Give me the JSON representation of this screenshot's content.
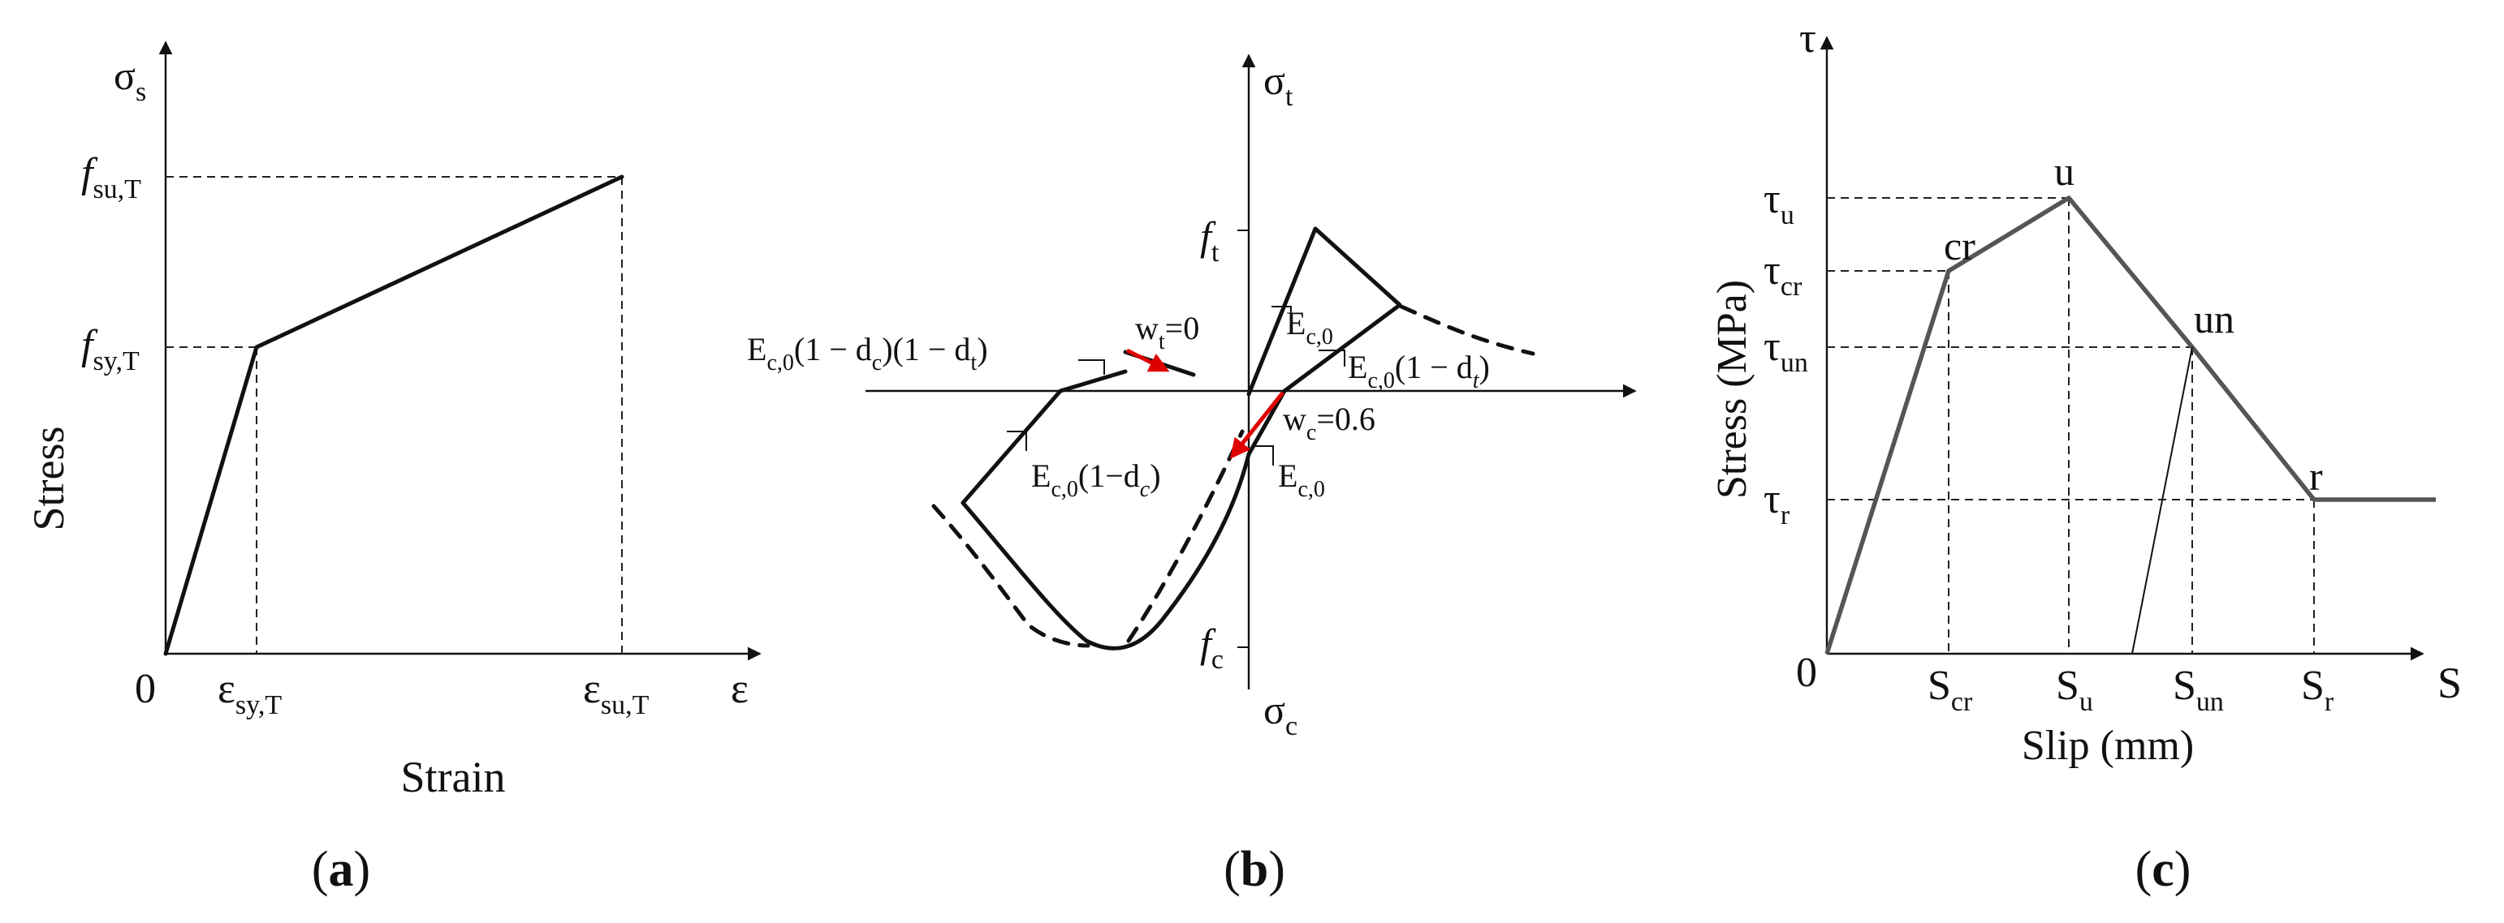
{
  "panel_a": {
    "y_axis_symbol": "σ",
    "y_axis_sub": "s",
    "x_axis_symbol": "ε",
    "origin": "0",
    "y_tick_fu": "f",
    "y_tick_fu_sub": "su,T",
    "y_tick_fy": "f",
    "y_tick_fy_sub": "sy,T",
    "x_tick_esy": "ε",
    "x_tick_esy_sub": "sy,T",
    "x_tick_esu": "ε",
    "x_tick_esu_sub": "su,T",
    "ylabel": "Stress",
    "xlabel": "Strain",
    "caption": "a"
  },
  "panel_b": {
    "y_top": "σ",
    "y_top_sub": "t",
    "y_bottom": "σ",
    "y_bottom_sub": "c",
    "ft": "f",
    "ft_sub": "t",
    "fc": "f",
    "fc_sub": "c",
    "slope_ec0_top": "E",
    "slope_ec0_top_sub": "c,0",
    "slope_dt_main": "E",
    "slope_dt_sub": "c,0",
    "slope_dt_rest": "(1 − d",
    "slope_dt_rest_sub": "t",
    "slope_dt_close": ")",
    "slope_dcdt_main": "E",
    "slope_dcdt_sub": "c,0",
    "slope_dcdt_mid": "(1 − d",
    "slope_dcdt_mid_sub": "c",
    "slope_dcdt_mid2": ")(1 − d",
    "slope_dcdt_mid2_sub": "t",
    "slope_dcdt_close": ")",
    "wt_main": "w",
    "wt_sub": "t",
    "wt_val": "=0",
    "wc_main": "w",
    "wc_sub": "c",
    "wc_val": "=0.6",
    "slope_dc_main": "E",
    "slope_dc_sub": "c,0",
    "slope_dc_rest": "(1−d",
    "slope_dc_rest_sub": "c",
    "slope_dc_close": ")",
    "slope_ec0_bottom": "E",
    "slope_ec0_bottom_sub": "c,0",
    "caption": "b"
  },
  "panel_c": {
    "y_axis_symbol": "τ",
    "x_axis_symbol": "S",
    "origin": "0",
    "tau_u": "τ",
    "tau_u_sub": "u",
    "tau_cr": "τ",
    "tau_cr_sub": "cr",
    "tau_un": "τ",
    "tau_un_sub": "un",
    "tau_r": "τ",
    "tau_r_sub": "r",
    "s_cr": "S",
    "s_cr_sub": "cr",
    "s_u": "S",
    "s_u_sub": "u",
    "s_un": "S",
    "s_un_sub": "un",
    "s_r": "S",
    "s_r_sub": "r",
    "pt_cr": "cr",
    "pt_u": "u",
    "pt_un": "un",
    "pt_r": "r",
    "ylabel": "Stress (MPa)",
    "xlabel": "Slip (mm)",
    "caption": "c"
  },
  "colors": {
    "line": "#111111",
    "bond_curve": "#555555",
    "damage_arrow": "#e00000"
  }
}
